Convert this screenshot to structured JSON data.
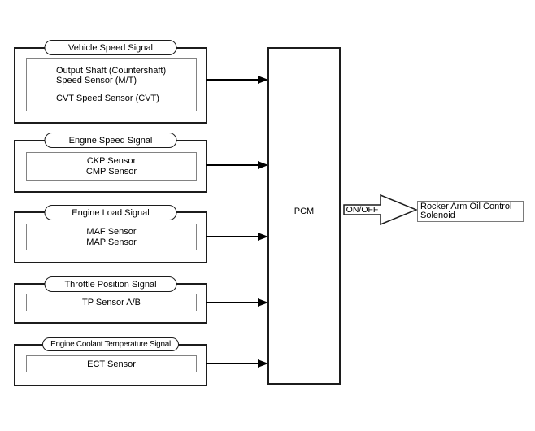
{
  "diagram": {
    "groups": [
      {
        "title": "Vehicle Speed Signal",
        "items": [
          "Output Shaft (Countershaft)\nSpeed Sensor (M/T)",
          "CVT Speed Sensor (CVT)"
        ]
      },
      {
        "title": "Engine Speed Signal",
        "items": [
          "CKP Sensor",
          "CMP Sensor"
        ]
      },
      {
        "title": "Engine Load Signal",
        "items": [
          "MAF Sensor",
          "MAP Sensor"
        ]
      },
      {
        "title": "Throttle Position Signal",
        "items": [
          "TP Sensor A/B"
        ]
      },
      {
        "title": "Engine Coolant Temperature Signal",
        "items": [
          "ECT Sensor"
        ]
      }
    ],
    "pcm": {
      "label": "PCM"
    },
    "output": {
      "arrow_label": "ON/OFF",
      "target_label": "Rocker Arm Oil Control Solenoid"
    },
    "colors": {
      "line": "#1c1c1c",
      "inner_box_border": "#828282",
      "arrow_fill": "#000000",
      "background": "#ffffff",
      "text": "#000000"
    }
  }
}
